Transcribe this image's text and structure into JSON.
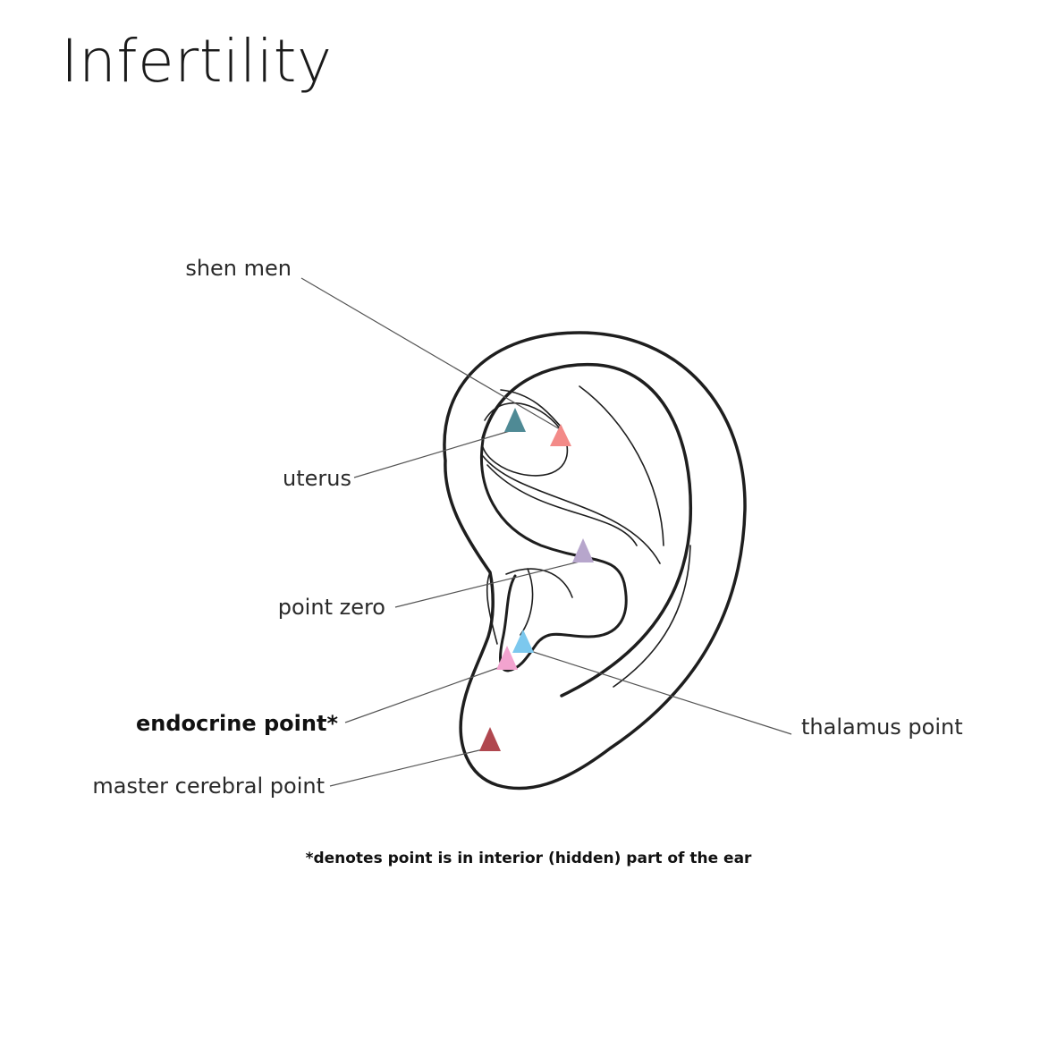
{
  "title": "Infertility",
  "points": {
    "shen_men": {
      "label": "shen men",
      "color": "#f38a88"
    },
    "uterus": {
      "label": "uterus",
      "color": "#4f8a95"
    },
    "point_zero": {
      "label": "point zero",
      "color": "#b7a6cc"
    },
    "endocrine": {
      "label": "endocrine point*",
      "color": "#f2a3cf"
    },
    "thalamus": {
      "label": "thalamus point",
      "color": "#7cc8ee"
    },
    "master_cerebral": {
      "label": "master cerebral point",
      "color": "#b0474f"
    }
  },
  "footnote": "*denotes point is in interior (hidden) part of the ear"
}
